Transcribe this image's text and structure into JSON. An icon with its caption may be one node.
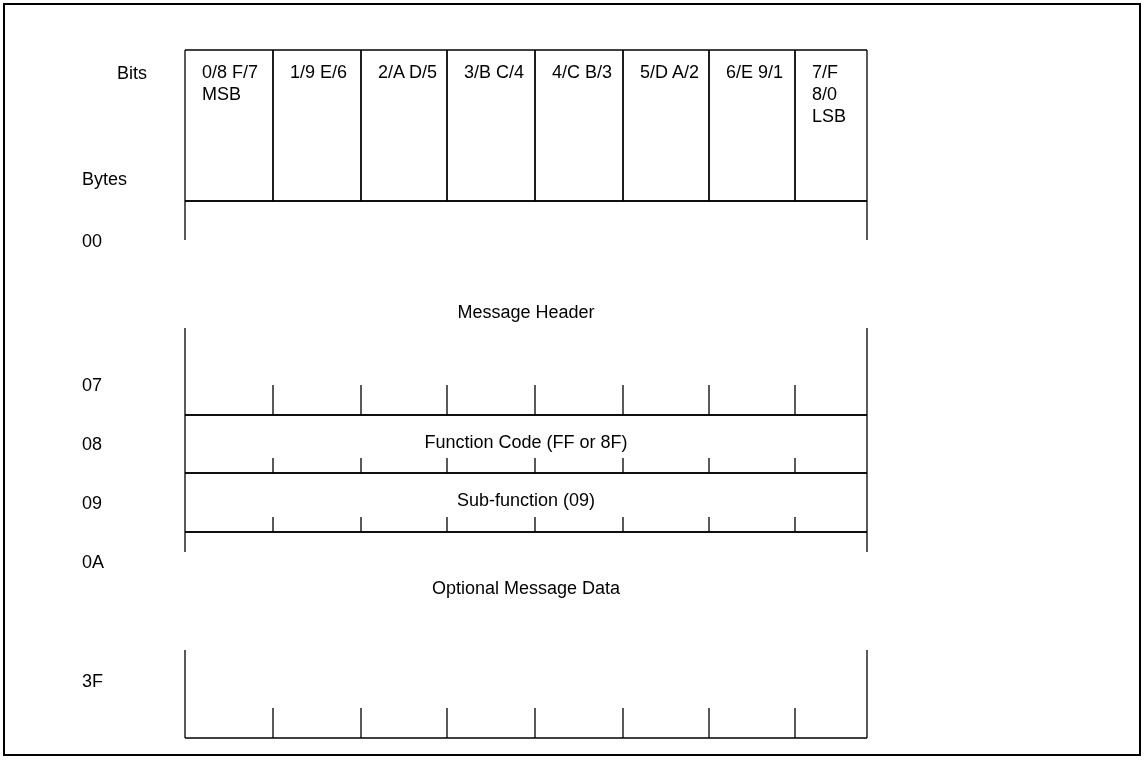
{
  "diagram": {
    "nodes": [
      {
        "text": [
          "0/8 F/7 MSB"
        ]
      },
      {
        "text": [
          "1/9 E/6"
        ]
      },
      {
        "text": [
          "2/A D/5"
        ]
      },
      {
        "text": [
          "3/B C/4"
        ]
      },
      {
        "text": [
          "4/C B/3"
        ]
      },
      {
        "text": [
          "5/D A/2"
        ]
      },
      {
        "text": [
          "6/E 9/1"
        ]
      },
      {
        "text": [
          "7/F 8/0 LSB"
        ]
      },
      {
        "text": [
          "Message Header"
        ]
      },
      {
        "text": [
          "Function Code (FF or 8F)"
        ]
      },
      {
        "text": [
          "Sub-function (09)"
        ]
      },
      {
        "text": [
          "Optional Message Data"
        ]
      }
    ],
    "labels": [
      "Bits",
      "Bytes",
      "00",
      "07",
      "08",
      "09",
      "0A",
      "3F"
    ]
  }
}
